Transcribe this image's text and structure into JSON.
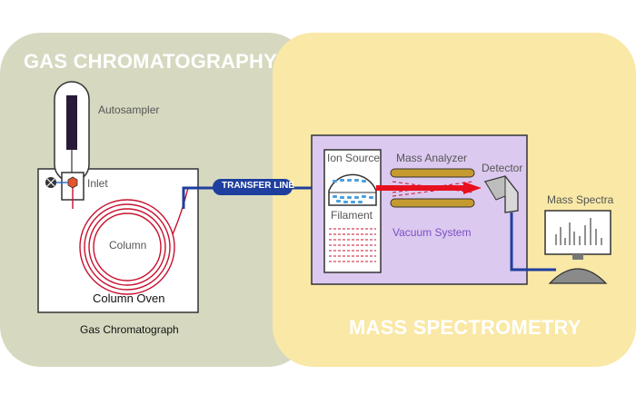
{
  "sections": {
    "gc_title": "GAS CHROMATOGRAPHY",
    "ms_title": "MASS SPECTROMETRY"
  },
  "gc": {
    "autosampler": "Autosampler",
    "inlet": "Inlet",
    "column": "Column",
    "column_oven": "Column Oven",
    "instrument": "Gas Chromatograph"
  },
  "transfer_line": "TRANSFER LINE",
  "ms": {
    "ion_source": "Ion Source",
    "filament": "Filament",
    "mass_analyzer": "Mass Analyzer",
    "vacuum_system": "Vacuum System",
    "detector": "Detector",
    "mass_spectra": "Mass Spectra"
  },
  "colors": {
    "gc_panel": "#d6d9c0",
    "ms_panel": "#f9e8a6",
    "vacuum_box": "#dcc9ef",
    "transfer_blue": "#1f3f9e",
    "column_red": "#c8102e",
    "rods_gold": "#c59a2e"
  }
}
